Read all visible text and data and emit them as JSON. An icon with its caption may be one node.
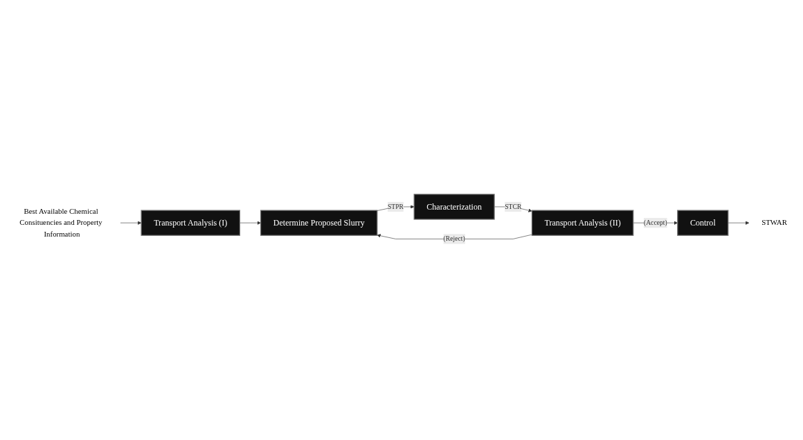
{
  "diagram": {
    "nodes": [
      {
        "text": [
          "Best Available Chemical Consituencies and Property Information"
        ]
      },
      {
        "text": [
          "Transport Analysis (I)"
        ]
      },
      {
        "text": [
          "Determine Proposed Slurry"
        ]
      },
      {
        "text": [
          "Characterization"
        ]
      },
      {
        "text": [
          "Transport Analysis (II)"
        ]
      },
      {
        "text": [
          "Control"
        ]
      },
      {
        "text": [
          "STWAR"
        ]
      }
    ],
    "edges": [
      {
        "from": 0,
        "to": 1,
        "arrow": "to"
      },
      {
        "from": 1,
        "to": 2,
        "arrow": "to"
      },
      {
        "from": 2,
        "to": 3,
        "arrow": "to",
        "label": "STPR"
      },
      {
        "from": 3,
        "to": 4,
        "arrow": "to",
        "label": "STCR"
      },
      {
        "from": 4,
        "to": 5,
        "arrow": "to",
        "label": "(Accept)"
      },
      {
        "from": 4,
        "to": 2,
        "arrow": "to",
        "label": "(Reject)"
      },
      {
        "from": 5,
        "to": 6,
        "arrow": "to"
      }
    ]
  }
}
